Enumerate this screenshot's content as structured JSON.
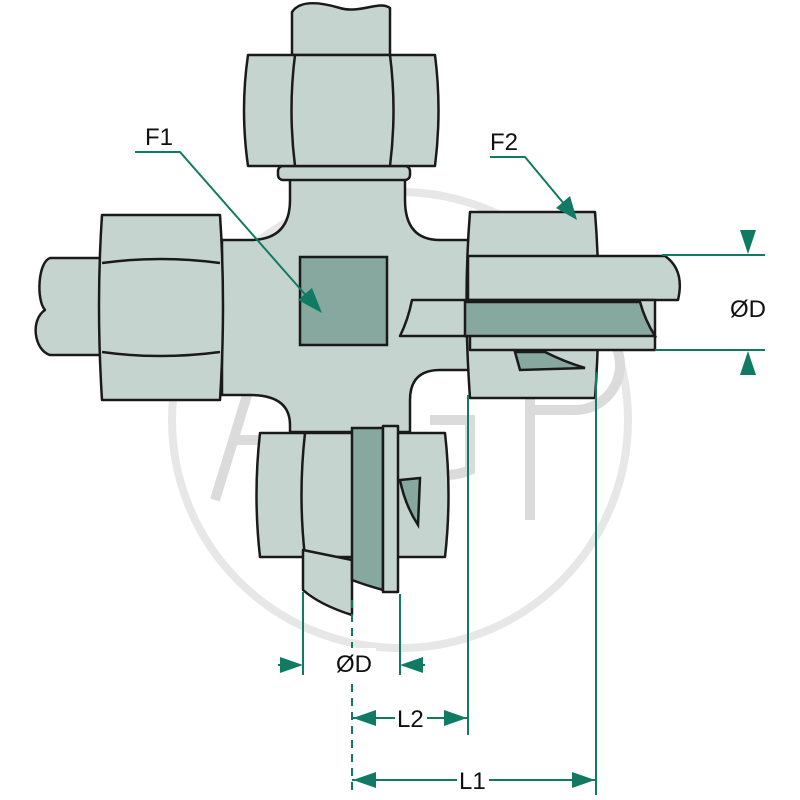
{
  "watermark": {
    "text": "AGP"
  },
  "labels": {
    "f1": "F1",
    "f2": "F2",
    "diameter_right": "ØD",
    "diameter_bottom": "ØD",
    "l1": "L1",
    "l2": "L2"
  },
  "colors": {
    "body": "#c6d4d0",
    "section": "#86a89e",
    "dimension": "#117a63",
    "outline": "#1a1a1a"
  }
}
